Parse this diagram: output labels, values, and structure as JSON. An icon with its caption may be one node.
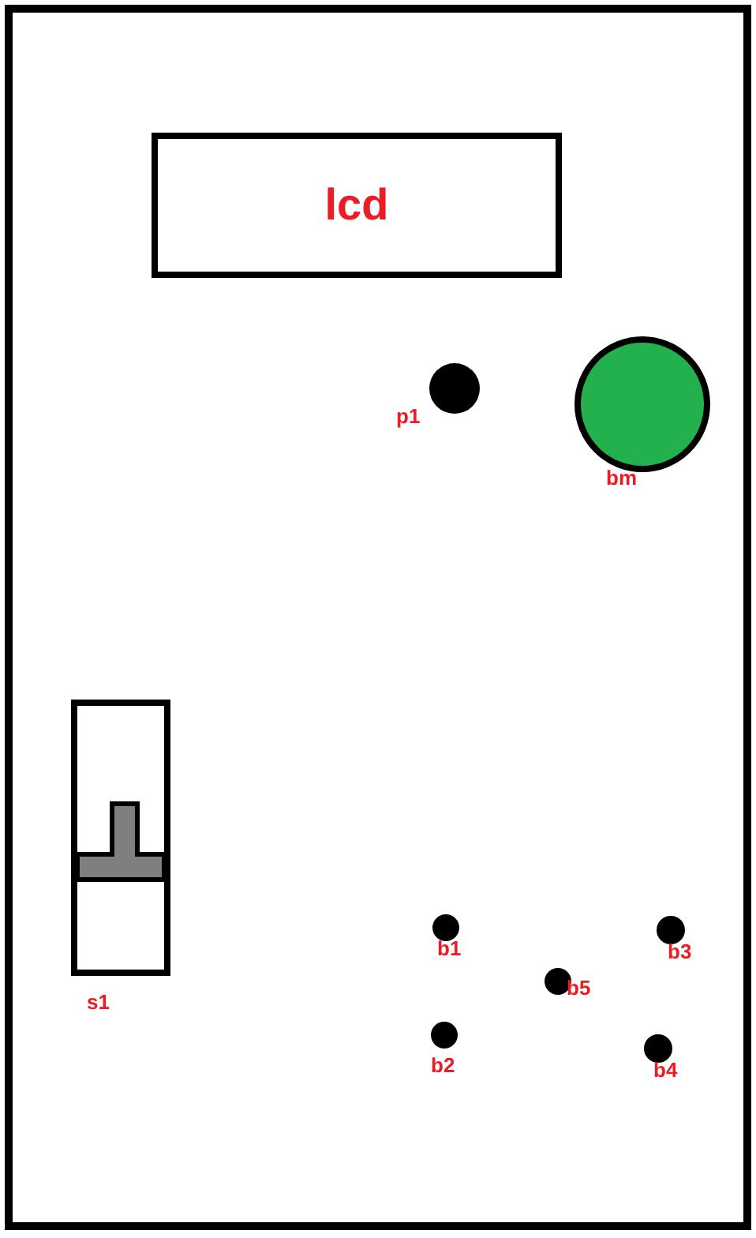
{
  "diagram": {
    "nodes": [
      {
        "text": [],
        "shape": "box"
      },
      {
        "text": [
          "lcd"
        ],
        "in": 0
      },
      {
        "text": [],
        "shape": "circle",
        "beside": [
          "p1"
        ],
        "in": 0
      },
      {
        "text": [],
        "shape": "circle",
        "beside": [
          "bm"
        ],
        "in": 0
      },
      {
        "text": [],
        "shape": "box",
        "beside": [
          "s1"
        ],
        "in": 0
      },
      {
        "text": [],
        "shape": "circle",
        "beside": [
          "b1"
        ],
        "in": 0
      },
      {
        "text": [],
        "shape": "circle",
        "beside": [
          "b3"
        ],
        "in": 0
      },
      {
        "text": [],
        "shape": "circle",
        "beside": [
          "b5"
        ],
        "in": 0
      },
      {
        "text": [],
        "shape": "circle",
        "beside": [
          "b2"
        ],
        "in": 0
      },
      {
        "text": [],
        "shape": "circle",
        "beside": [
          "b4"
        ],
        "in": 0
      }
    ]
  }
}
